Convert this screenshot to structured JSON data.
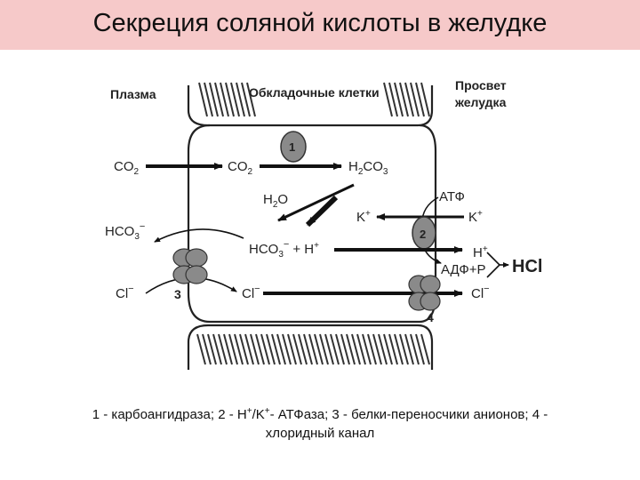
{
  "title": "Секреция соляной кислоты в желудке",
  "labels": {
    "plasma": "Плазма",
    "parietal_cells": "Обкладочные клетки",
    "lumen_line1": "Просвет",
    "lumen_line2": "желудка",
    "co2": "CO",
    "co2_sub": "2",
    "h2co3_h": "H",
    "h2co3_2": "2",
    "h2co3_co": "CO",
    "h2co3_3": "3",
    "h2o_h": "H",
    "h2o_2": "2",
    "h2o_o": "O",
    "atp": "АТФ",
    "k": "K",
    "plus": "+",
    "hco3": "HCO",
    "hco3_sub": "3",
    "minus": "−",
    "plus_h": "+ H",
    "h": "H",
    "adp": "АДФ+Р",
    "hcl": "HCl",
    "cl": "Cl",
    "cl_minus": "−"
  },
  "markers": {
    "m1": "1",
    "m2": "2",
    "m3": "3",
    "m4": "4"
  },
  "legend": {
    "p1": "1 - карбоангидраза; 2 - H",
    "sup1": "+",
    "p2": "/K",
    "sup2": "+",
    "p3": "- АТФаза; 3 - белки-переносчики анионов; 4 -",
    "line2": "хлоридный канал"
  },
  "colors": {
    "title_background": "#f6c9c9",
    "ink": "#111111",
    "protein": "#8a8a8a"
  }
}
